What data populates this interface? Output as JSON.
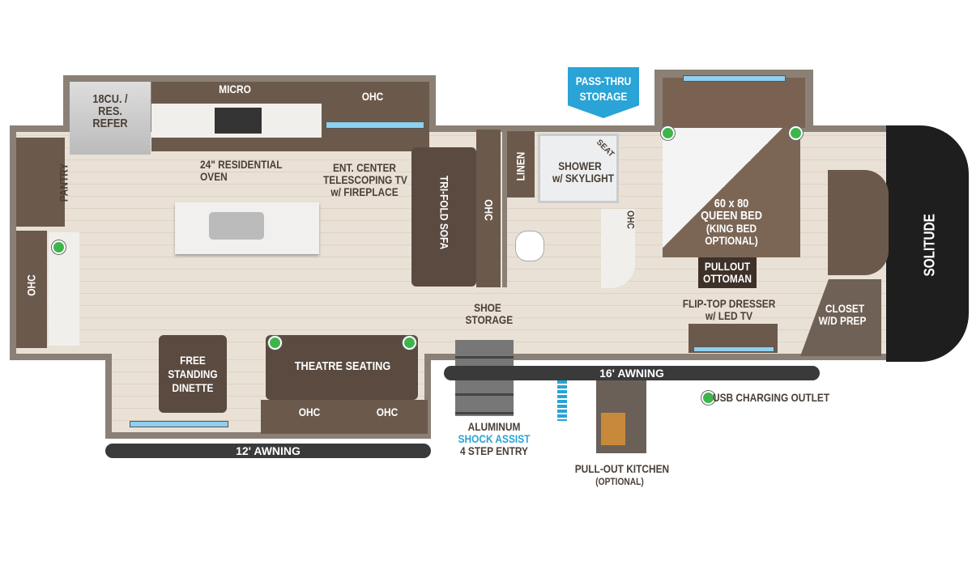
{
  "labels": {
    "refer": "18CU. / RES. REFER",
    "micro": "MICRO",
    "ohc_kitchen": "OHC",
    "oven": "24\" RESIDENTIAL OVEN",
    "ent_center_1": "ENT. CENTER",
    "ent_center_2": "TELESCOPING TV",
    "ent_center_3": "w/ FIREPLACE",
    "pantry": "PANTRY",
    "ohc_front_left": "OHC",
    "sofa": "TRI-FOLD SOFA",
    "ohc_sofa": "OHC",
    "linen": "LINEN",
    "shower_1": "SHOWER",
    "shower_2": "w/ SKYLIGHT",
    "seat": "SEAT",
    "ohc_bath": "OHC",
    "pass_thru_1": "PASS-THRU",
    "pass_thru_2": "STORAGE",
    "bed_1": "60 x 80",
    "bed_2": "QUEEN BED",
    "bed_3": "(KING BED",
    "bed_4": "OPTIONAL)",
    "ottoman_1": "PULLOUT",
    "ottoman_2": "OTTOMAN",
    "dresser_1": "FLIP-TOP DRESSER",
    "dresser_2": "w/ LED TV",
    "closet_1": "CLOSET",
    "closet_2": "W/D PREP",
    "brand": "SOLITUDE",
    "shoe_1": "SHOE",
    "shoe_2": "STORAGE",
    "dinette_1": "FREE",
    "dinette_2": "STANDING",
    "dinette_3": "DINETTE",
    "theatre": "THEATRE SEATING",
    "ohc_theatre_1": "OHC",
    "ohc_theatre_2": "OHC",
    "awning_12": "12' AWNING",
    "awning_16": "16' AWNING",
    "entry_1": "ALUMINUM",
    "entry_2": "SHOCK ASSIST",
    "entry_3": "4 STEP ENTRY",
    "outdoor_kitchen_1": "PULL-OUT KITCHEN",
    "outdoor_kitchen_2": "(OPTIONAL)",
    "legend_usb": "USB CHARGING OUTLET"
  },
  "colors": {
    "usb": "#3db54a",
    "accent_blue": "#2aa3d6"
  }
}
